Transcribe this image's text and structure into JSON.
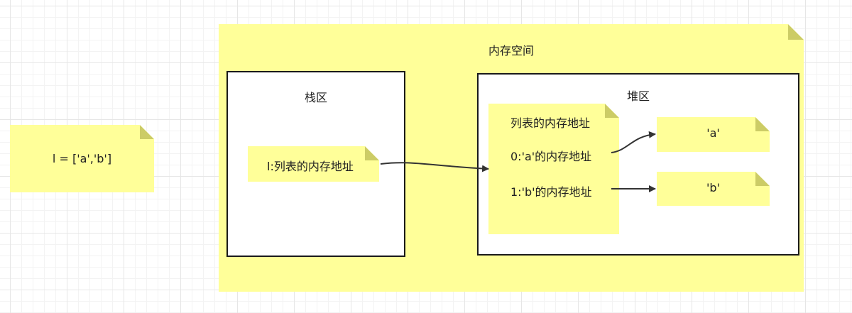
{
  "list_note": {
    "text": "l = ['a','b']"
  },
  "memory": {
    "title": "内存空间",
    "stack": {
      "title": "栈区",
      "item": "l:列表的内存地址"
    },
    "heap": {
      "title": "堆区",
      "list_object": {
        "title": "列表的内存地址",
        "slots": [
          "0:'a'的内存地址",
          "1:'b'的内存地址"
        ]
      },
      "values": [
        "'a'",
        "'b'"
      ]
    }
  },
  "colors": {
    "note_fill": "#ffff99",
    "note_fold": "#cccc66",
    "border": "#1a1a1a",
    "arrow": "#333333"
  }
}
